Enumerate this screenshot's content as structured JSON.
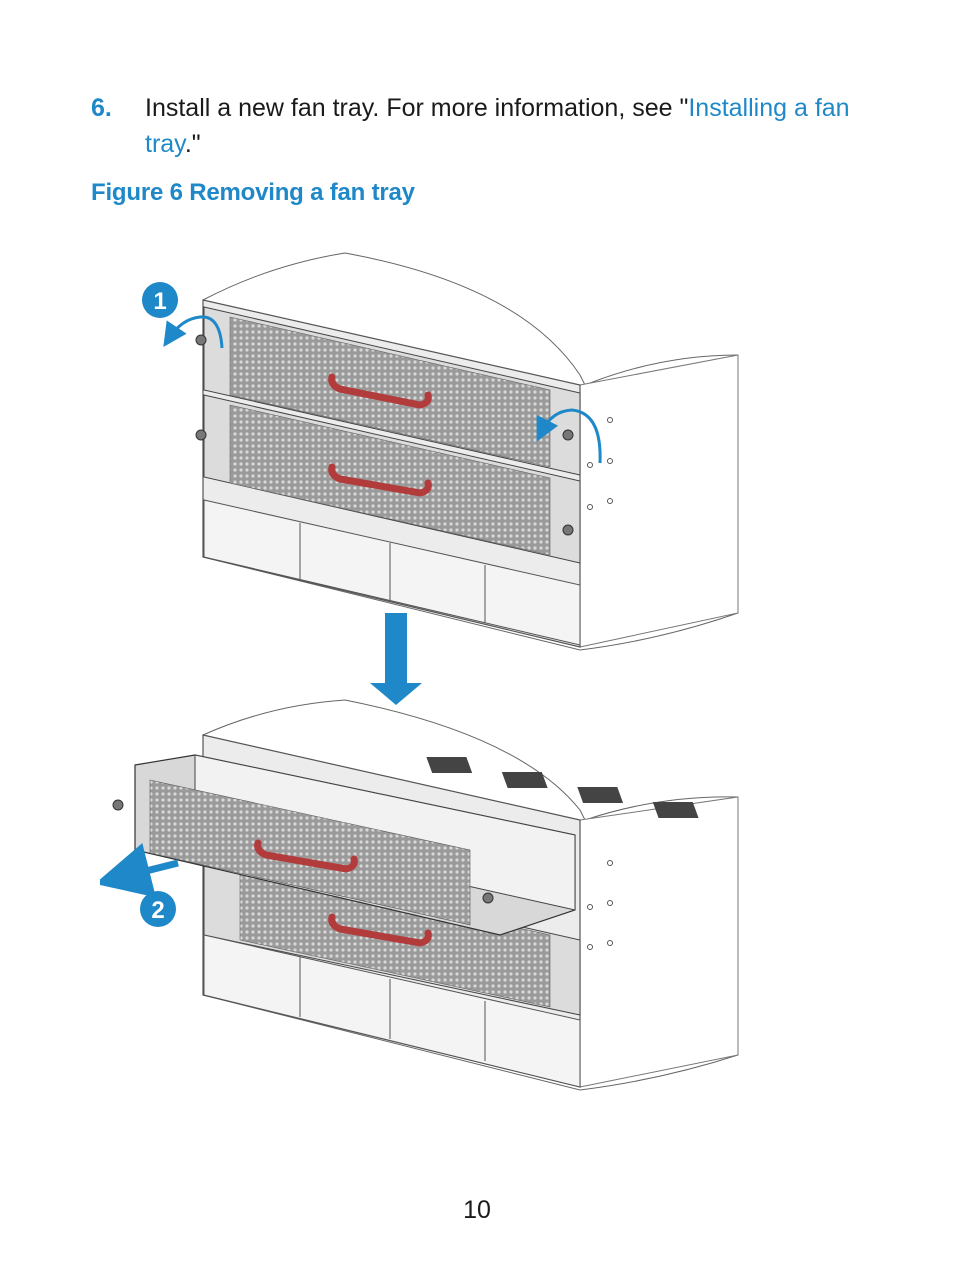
{
  "step": {
    "number": "6.",
    "text_before": "Install a new fan tray. For more information, see \"",
    "link_text": "Installing a fan tray",
    "text_after": ".\""
  },
  "figure": {
    "caption": "Figure 6 Removing a fan tray",
    "callout_1": "1",
    "callout_2": "2",
    "accent_color": "#1e88c8",
    "handle_color": "#b23b3b"
  },
  "page_number": "10"
}
